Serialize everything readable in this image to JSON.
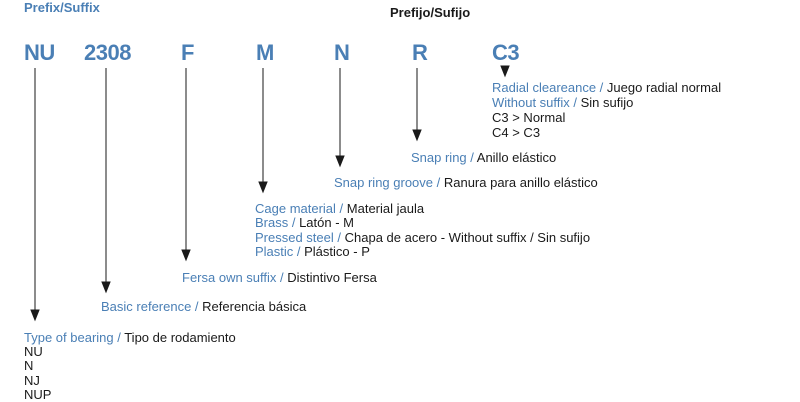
{
  "header": {
    "prefix_suffix": "Prefix/Suffix",
    "title": "Prefijo/Sufijo"
  },
  "codes": [
    "NU",
    "2308",
    "F",
    "M",
    "N",
    "R",
    "C3"
  ],
  "colors": {
    "accent": "#4a7fb5",
    "text": "#1a1a1a"
  },
  "radial": {
    "l1_en": "Radial cleareance /",
    "l1_es": " Juego radial normal",
    "l2_en": "Without suffix /",
    "l2_es": " Sin sufijo",
    "l3": "C3 > Normal",
    "l4": "C4 > C3"
  },
  "snap_ring": {
    "en": "Snap ring /",
    "es": " Anillo elástico"
  },
  "snap_ring_groove": {
    "en": "Snap ring groove /",
    "es": " Ranura para anillo elástico"
  },
  "cage": {
    "l1_en": "Cage material /",
    "l1_es": " Material jaula",
    "l2_en": "Brass /",
    "l2_es": " Latón - M",
    "l3_en": "Pressed steel /",
    "l3_es": " Chapa de acero - Without suffix / Sin sufijo",
    "l4_en": "Plastic /",
    "l4_es": " Plástico - P"
  },
  "fersa": {
    "en": "Fersa own suffix /",
    "es": " Distintivo Fersa"
  },
  "basic": {
    "en": "Basic reference /",
    "es": " Referencia básica"
  },
  "type": {
    "en": "Type of bearing /",
    "es": " Tipo de rodamiento",
    "items": [
      "NU",
      "N",
      "NJ",
      "NUP"
    ]
  }
}
